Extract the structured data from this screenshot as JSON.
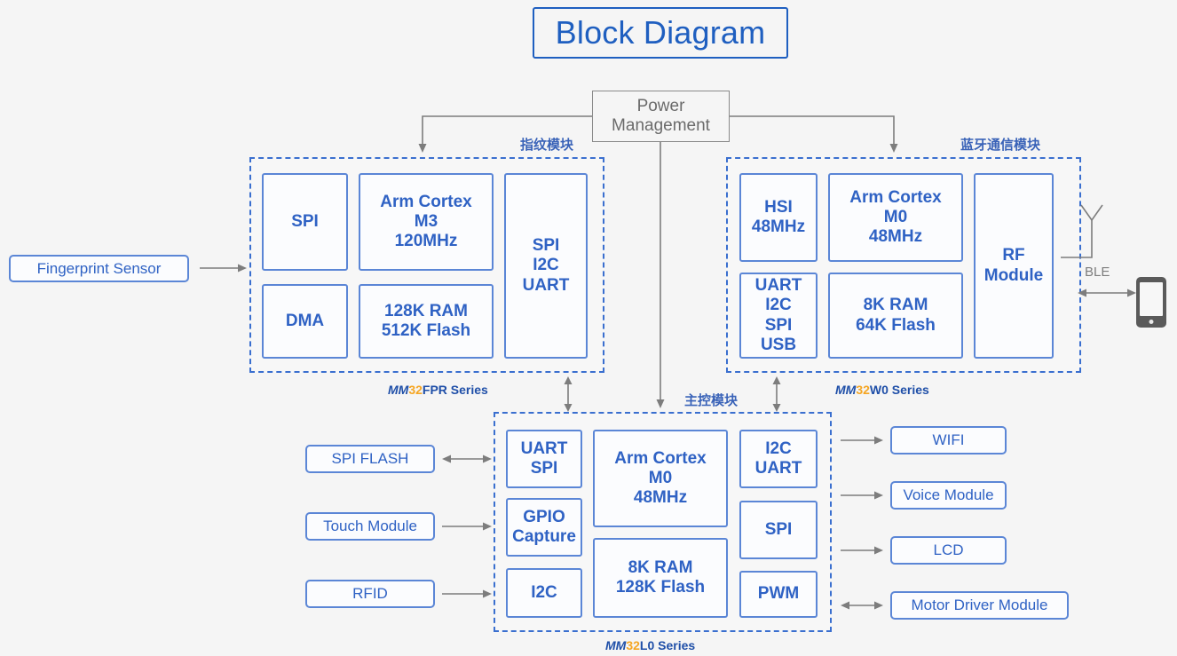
{
  "page": {
    "background": "#f5f5f5",
    "accent_blue": "#2f62c4",
    "border_blue": "#5b86d6",
    "dashed_blue": "#3a6fcf",
    "accent_orange": "#f5a623",
    "gray": "#7d7d7d"
  },
  "title": "Block Diagram",
  "power_management": {
    "line1": "Power",
    "line2": "Management"
  },
  "fingerprint_sensor": "Fingerprint Sensor",
  "modules": {
    "fingerprint": {
      "cn_label": "指纹模块",
      "series_prefix": "MM",
      "series_number": "32",
      "series_suffix": "FPR Series",
      "blocks": [
        {
          "name": "spi",
          "text": "SPI"
        },
        {
          "name": "arm-cortex-m3",
          "text": "Arm Cortex\nM3\n120MHz"
        },
        {
          "name": "spi-i2c-uart",
          "text": "SPI\nI2C\nUART"
        },
        {
          "name": "dma",
          "text": "DMA"
        },
        {
          "name": "memory",
          "text": "128K RAM\n512K Flash"
        }
      ]
    },
    "bluetooth": {
      "cn_label": "蓝牙通信模块",
      "series_prefix": "MM",
      "series_number": "32",
      "series_suffix": "W0 Series",
      "blocks": [
        {
          "name": "hsi",
          "text": "HSI\n48MHz"
        },
        {
          "name": "arm-cortex-m0",
          "text": "Arm Cortex\nM0\n48MHz"
        },
        {
          "name": "rf-module",
          "text": "RF\nModule"
        },
        {
          "name": "uart-i2c-spi-usb",
          "text": "UART\nI2C\nSPI\nUSB"
        },
        {
          "name": "memory",
          "text": "8K RAM\n64K Flash"
        }
      ]
    },
    "mcu": {
      "cn_label": "主控模块",
      "series_prefix": "MM",
      "series_number": "32",
      "series_suffix": "L0 Series",
      "blocks": [
        {
          "name": "uart-spi",
          "text": "UART\nSPI"
        },
        {
          "name": "gpio-capture",
          "text": "GPIO\nCapture"
        },
        {
          "name": "i2c",
          "text": "I2C"
        },
        {
          "name": "arm-cortex-m0",
          "text": "Arm Cortex\nM0\n48MHz"
        },
        {
          "name": "memory",
          "text": "8K RAM\n128K Flash"
        },
        {
          "name": "i2c-uart",
          "text": "I2C\nUART"
        },
        {
          "name": "spi",
          "text": "SPI"
        },
        {
          "name": "pwm",
          "text": "PWM"
        }
      ]
    }
  },
  "peripherals_left": [
    {
      "name": "spi-flash",
      "label": "SPI FLASH",
      "arrow": "bidirectional"
    },
    {
      "name": "touch-module",
      "label": "Touch Module",
      "arrow": "right"
    },
    {
      "name": "rfid",
      "label": "RFID",
      "arrow": "right"
    }
  ],
  "peripherals_right": [
    {
      "name": "wifi",
      "label": "WIFI",
      "arrow": "right"
    },
    {
      "name": "voice-module",
      "label": "Voice Module",
      "arrow": "right"
    },
    {
      "name": "lcd",
      "label": "LCD",
      "arrow": "right"
    },
    {
      "name": "motor-driver-module",
      "label": "Motor Driver Module",
      "arrow": "bidirectional"
    }
  ],
  "wireless": {
    "ble_label": "BLE",
    "antenna": "antenna-icon",
    "phone": "smartphone-icon"
  }
}
